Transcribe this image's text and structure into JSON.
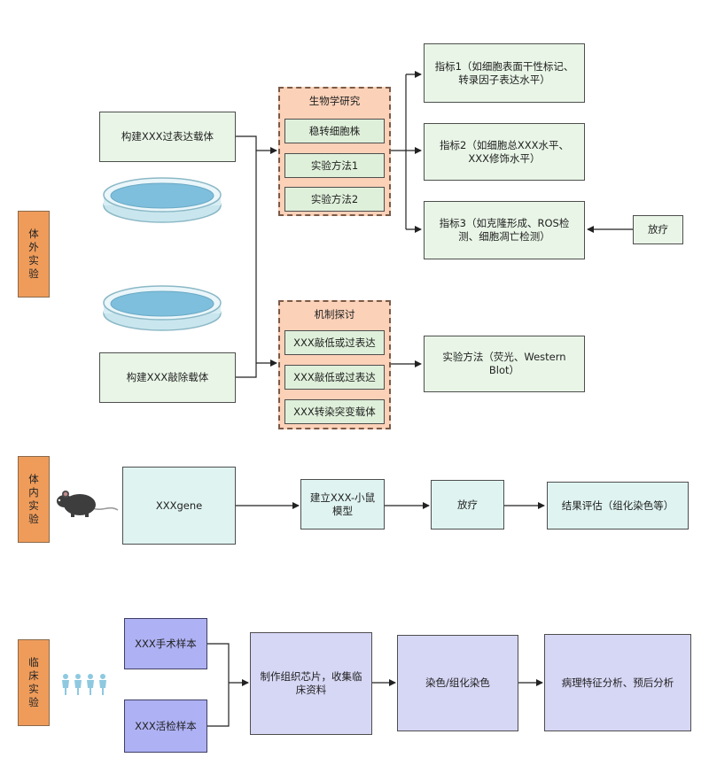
{
  "sections": {
    "in_vitro": "体外实验",
    "in_vivo": "体内实验",
    "clinical": "临床实验"
  },
  "in_vitro": {
    "construct_overexpression": "构建XXX过表达载体",
    "construct_knockout": "构建XXX敲除载体",
    "biology_group": {
      "title": "生物学研究",
      "items": [
        "稳转细胞株",
        "实验方法1",
        "实验方法2"
      ]
    },
    "mechanism_group": {
      "title": "机制探讨",
      "items": [
        "XXX敲低或过表达",
        "XXX敲低或过表达",
        "XXX转染突变载体"
      ]
    },
    "indicators": [
      "指标1（如细胞表面干性标记、转录因子表达水平）",
      "指标2（如细胞总XXX水平、XXX修饰水平）",
      "指标3（如克隆形成、ROS检测、细胞凋亡检测）"
    ],
    "radiotherapy": "放疗",
    "methods": "实验方法（荧光、Western Blot）"
  },
  "in_vivo": {
    "gene": "XXXgene",
    "model": "建立XXX-小鼠模型",
    "radiotherapy": "放疗",
    "evaluation": "结果评估（组化染色等）"
  },
  "clinical": {
    "surgical_sample": "XXX手术样本",
    "biopsy_sample": "XXX活检样本",
    "tissue_chip": "制作组织芯片，收集临床资料",
    "staining": "染色/组化染色",
    "analysis": "病理特征分析、预后分析"
  },
  "colors": {
    "section_tag": "#ef9c5b",
    "green_box": "#e9f6e7",
    "group_fill": "#fbd1b8",
    "cyan_box": "#dff4f1",
    "lavender_box": "#d6d6f5",
    "blue_box": "#aeb1f3"
  },
  "icons": {
    "petri_dish": "petri-dish-icon",
    "mouse": "mouse-icon",
    "people": "people-icon"
  }
}
